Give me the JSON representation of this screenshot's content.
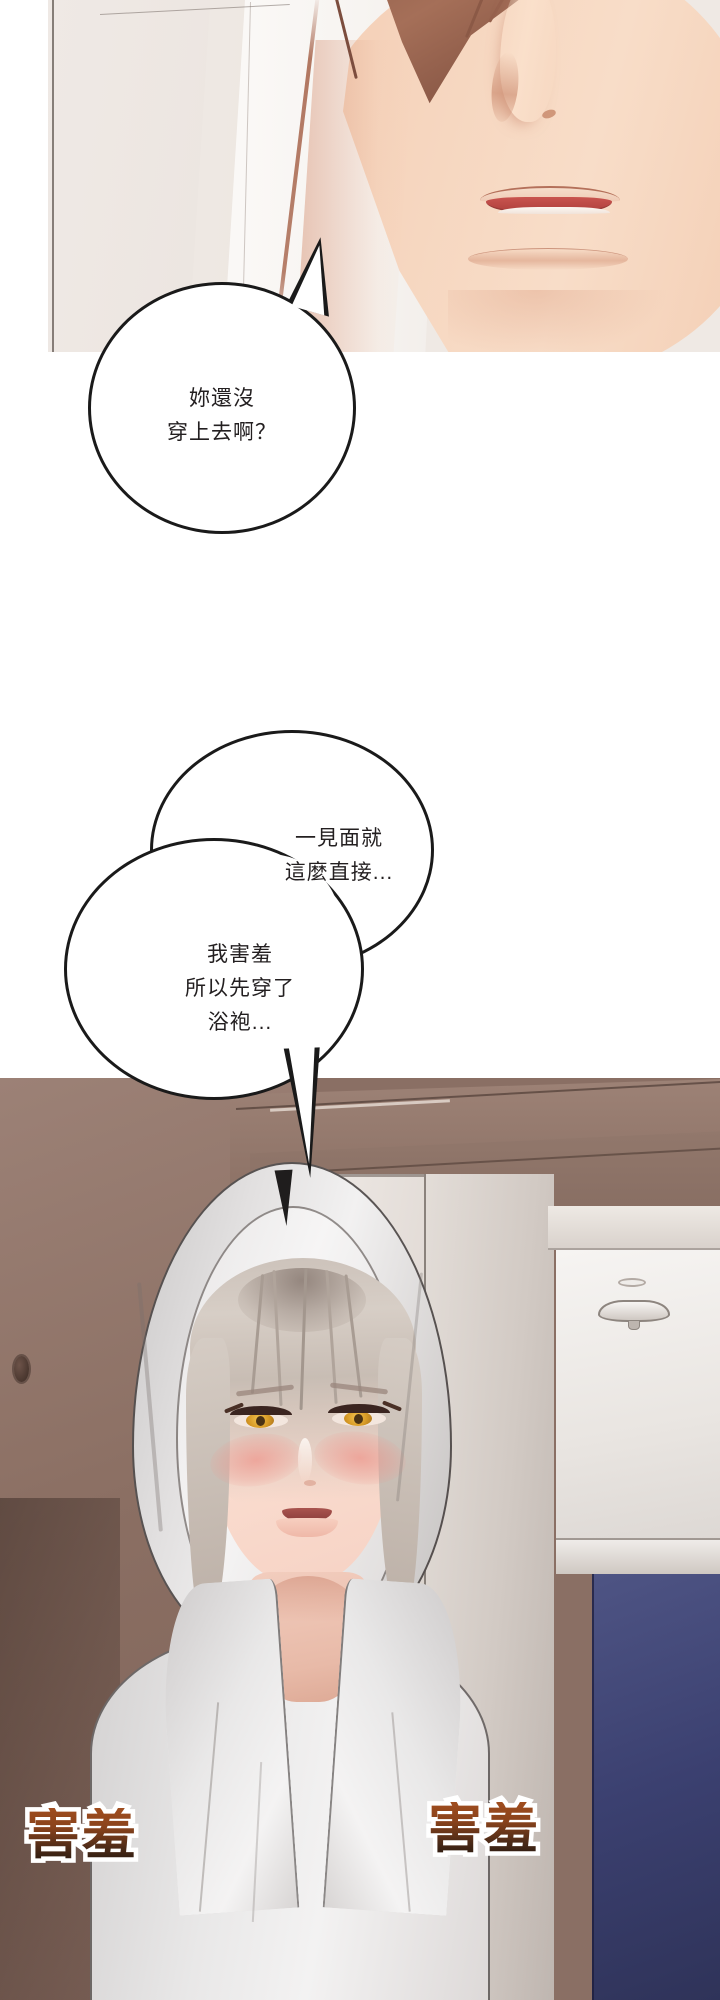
{
  "comic": {
    "title": "害羞",
    "panels": [
      {
        "id": "panel-top",
        "description": "男主角臉部特寫",
        "scene": "white wall interior"
      },
      {
        "id": "panel-bottom",
        "description": "女主角穿浴袍站在門口",
        "scene": "hallway doorway interior"
      }
    ]
  },
  "bubbles": {
    "bubble1": {
      "speaker": "man",
      "text": "妳還沒\n穿上去啊？"
    },
    "bubble2": {
      "speaker": "woman",
      "text_top": "一見面就\n這麼直接...",
      "text_bottom": "我害羞\n所以先穿了\n浴袍..."
    }
  },
  "sfx": [
    {
      "id": "sfx-left",
      "text": "害羞"
    },
    {
      "id": "sfx-right",
      "text": "害羞"
    }
  ],
  "colors": {
    "bubble_fill": "#ffffff",
    "bubble_stroke": "#1a1a1a",
    "text": "#231f20",
    "sfx_gradient_start": "#a04d1e",
    "sfx_gradient_end": "#2b1a10",
    "sfx_outline": "#ffffff",
    "wall_warm": "#8b6f63",
    "robe_gray": "#e9e8e8",
    "skin": "#fbe3d9",
    "eye_amber": "#d79a26",
    "blush": "#f08c82",
    "blue_panel": "#3b4070",
    "hair_man": "#8d5b49",
    "lips_man": "#b0413e"
  }
}
